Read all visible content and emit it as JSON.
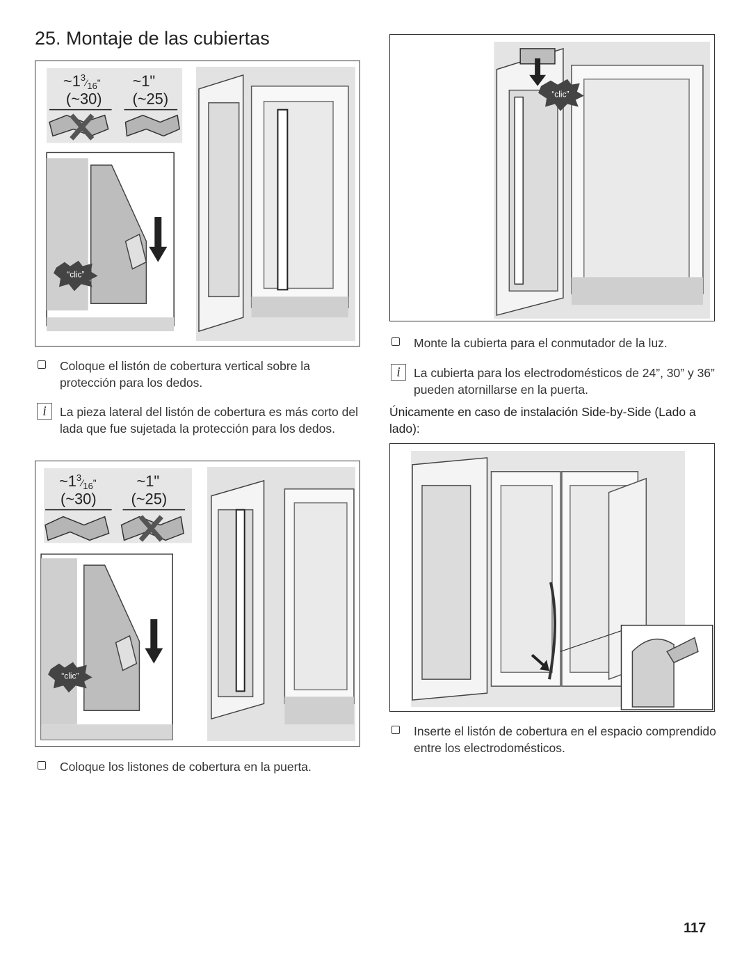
{
  "page": {
    "title": "25. Montaje de las cubiertas",
    "page_number": "117"
  },
  "figure1": {
    "dim_left": "~1",
    "dim_left_sup": "3",
    "dim_left_sub": "16",
    "dim_left_mm": "(~30)",
    "dim_right": "~1\"",
    "dim_right_mm": "(~25)",
    "click_label": "“clic”"
  },
  "figure2": {
    "dim_left": "~1",
    "dim_left_sup": "3",
    "dim_left_sub": "16",
    "dim_left_mm": "(~30)",
    "dim_right": "~1\"",
    "dim_right_mm": "(~25)",
    "click_label": "“clic”"
  },
  "figure3": {
    "click_label": "“clic”"
  },
  "left_column": {
    "item1": "Coloque el listón de cobertura vertical sobre la protección para los dedos.",
    "note1": "La pieza lateral del listón de cobertura es más corto del lada que fue sujetada la protección para los dedos.",
    "item2": "Coloque los listones de cobertura en la puerta."
  },
  "right_column": {
    "item1": "Monte la cubierta para el conmutador de la luz.",
    "note1": "La cubierta para los electrodomésticos de 24”, 30” y 36” pueden atornillarse en la puerta.",
    "heading": "Únicamente en caso de instalación Side-by-Side (Lado a lado):",
    "item2": "Inserte el listón de cobertura en el espacio comprendido entre los electrodomésticos."
  },
  "icons": {
    "checkbox": "checkbox-icon",
    "info": "info-icon",
    "arrow": "down-arrow-icon",
    "cross": "x-mark-icon"
  }
}
